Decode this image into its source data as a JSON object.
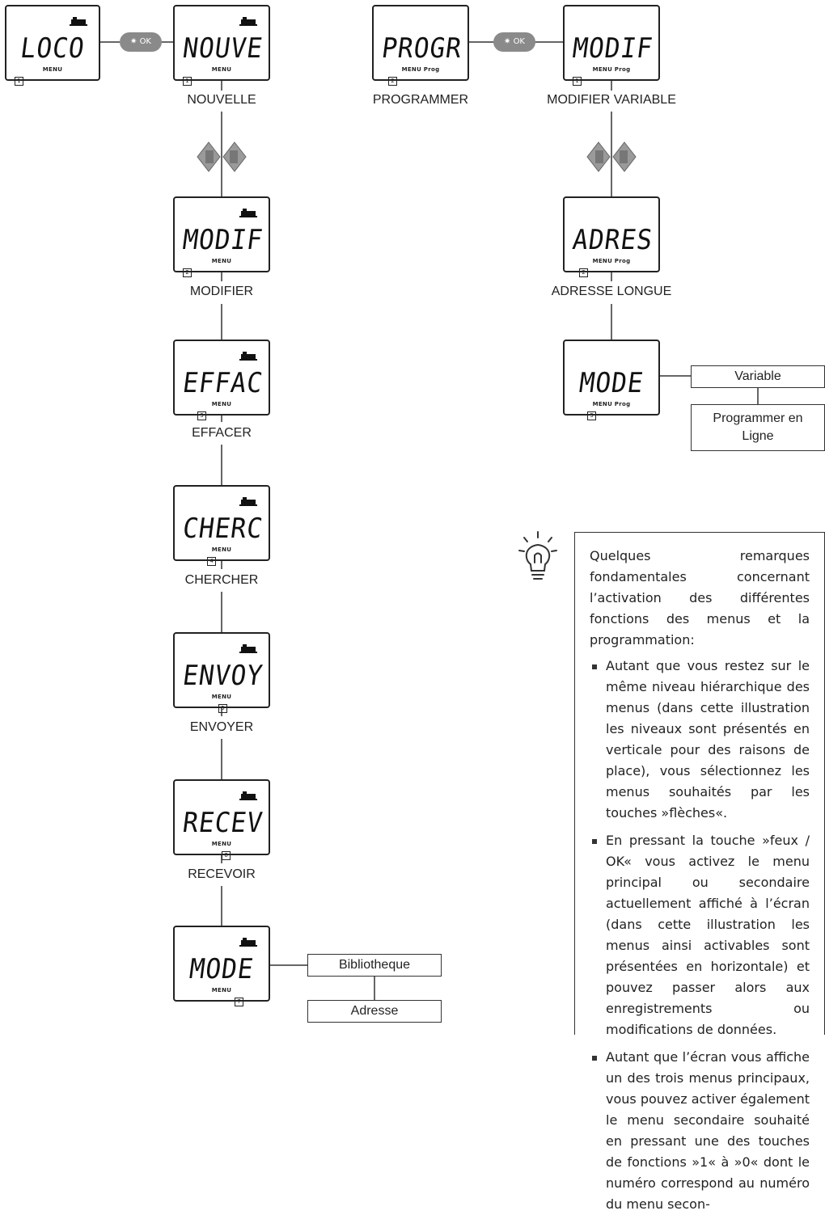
{
  "lcds": [
    {
      "id": "loco",
      "text": "LOCO",
      "sub": "MENU",
      "num": "1"
    },
    {
      "id": "nouve",
      "text": "NOUVE",
      "sub": "MENU",
      "num": "1"
    },
    {
      "id": "modif_left",
      "text": "MODIF",
      "sub": "MENU",
      "num": "2"
    },
    {
      "id": "effac",
      "text": "EFFAC",
      "sub": "MENU",
      "num": "3"
    },
    {
      "id": "cherc",
      "text": "CHERC",
      "sub": "MENU",
      "num": "4"
    },
    {
      "id": "envoy",
      "text": "ENVOY",
      "sub": "MENU",
      "num": "5"
    },
    {
      "id": "recev",
      "text": "RECEV",
      "sub": "MENU",
      "num": "6"
    },
    {
      "id": "mode_left",
      "text": "MODE",
      "sub": "MENU",
      "num": "7"
    },
    {
      "id": "progr",
      "text": "PROGR",
      "sub": "MENU Prog",
      "num": "2"
    },
    {
      "id": "modif_right",
      "text": "MODIF",
      "sub": "MENU Prog",
      "num": "1"
    },
    {
      "id": "adres",
      "text": "ADRES",
      "sub": "MENU Prog",
      "num": "2"
    },
    {
      "id": "mode_right",
      "text": "MODE",
      "sub": "MENU Prog",
      "num": "3"
    }
  ],
  "ok_button_label": "OK",
  "labels": {
    "nouvelle": "NOUVELLE",
    "modifier": "MODIFIER",
    "effacer": "EFFACER",
    "chercher": "CHERCHER",
    "envoyer": "ENVOYER",
    "recevoir": "RECEVOIR",
    "programmer": "PROGRAMMER",
    "modifier_variable": "MODIFIER VARIABLE",
    "adresse_longue": "ADRESSE LONGUE"
  },
  "boxes": {
    "variable": "Variable",
    "programmer_en_ligne": "Programmer en Ligne",
    "bibliotheque": "Bibliotheque",
    "adresse": "Adresse"
  },
  "note": {
    "intro": "Quelques remarques fondamentales concernant l’activation des différentes fonctions des menus et la programmation:",
    "items": [
      "Autant que vous restez sur le même niveau hiérarchique des menus (dans cette illustration les niveaux sont présentés en verticale pour des raisons de place), vous sélectionnez les menus souhaités par les touches »flèches«.",
      "En pressant la touche »feux / OK« vous activez le menu principal ou secondaire actuellement affiché à l’écran (dans cette illustration les menus ainsi activables sont présentées en horizontale) et pouvez passer alors aux enregistrements ou modifications de données.",
      "Autant que l’écran vous affiche un des trois menus principaux, vous pouvez activer également le menu secondaire souhaité en pressant une des touches de fonctions »1« à »0« dont le numéro correspond au numéro du menu secon-"
    ]
  },
  "icons": {
    "bulb": "lightbulb-icon",
    "arrows": "arrow-keys-icon",
    "loco": "locomotive-icon",
    "ok_sun": "light-icon"
  }
}
